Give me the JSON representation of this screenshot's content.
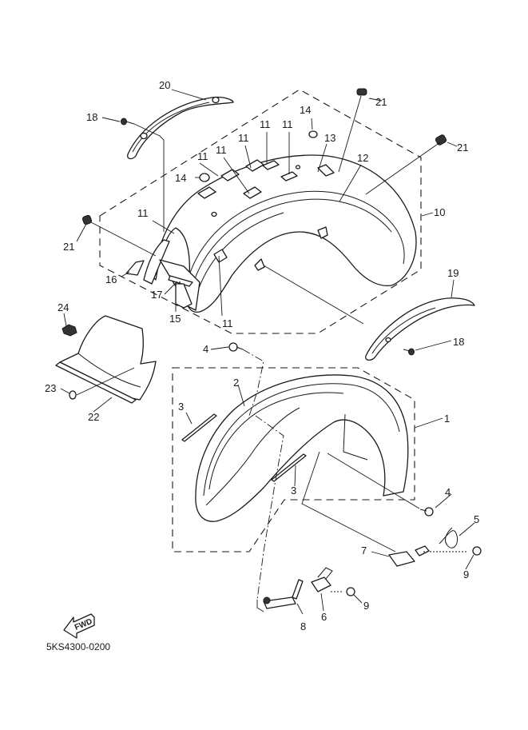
{
  "diagram": {
    "title": "Rear / Front Fender exploded parts diagram",
    "diagram_code": "5KS4300-0200",
    "direction_badge": "FWD",
    "callouts": [
      {
        "id": "c1",
        "label": "1"
      },
      {
        "id": "c2",
        "label": "2"
      },
      {
        "id": "c3a",
        "label": "3"
      },
      {
        "id": "c3b",
        "label": "3"
      },
      {
        "id": "c4a",
        "label": "4"
      },
      {
        "id": "c4b",
        "label": "4"
      },
      {
        "id": "c5",
        "label": "5"
      },
      {
        "id": "c6",
        "label": "6"
      },
      {
        "id": "c7",
        "label": "7"
      },
      {
        "id": "c8",
        "label": "8"
      },
      {
        "id": "c9a",
        "label": "9"
      },
      {
        "id": "c9b",
        "label": "9"
      },
      {
        "id": "c10",
        "label": "10"
      },
      {
        "id": "c11a",
        "label": "11"
      },
      {
        "id": "c11b",
        "label": "11"
      },
      {
        "id": "c11c",
        "label": "11"
      },
      {
        "id": "c11d",
        "label": "11"
      },
      {
        "id": "c11e",
        "label": "11"
      },
      {
        "id": "c11f",
        "label": "11"
      },
      {
        "id": "c11g",
        "label": "11"
      },
      {
        "id": "c11h",
        "label": "11"
      },
      {
        "id": "c12",
        "label": "12"
      },
      {
        "id": "c13",
        "label": "13"
      },
      {
        "id": "c14a",
        "label": "14"
      },
      {
        "id": "c14b",
        "label": "14"
      },
      {
        "id": "c15",
        "label": "15"
      },
      {
        "id": "c16",
        "label": "16"
      },
      {
        "id": "c17",
        "label": "17"
      },
      {
        "id": "c18a",
        "label": "18"
      },
      {
        "id": "c18b",
        "label": "18"
      },
      {
        "id": "c19",
        "label": "19"
      },
      {
        "id": "c20",
        "label": "20"
      },
      {
        "id": "c21a",
        "label": "21"
      },
      {
        "id": "c21b",
        "label": "21"
      },
      {
        "id": "c21c",
        "label": "21"
      },
      {
        "id": "c22",
        "label": "22"
      },
      {
        "id": "c23",
        "label": "23"
      },
      {
        "id": "c24",
        "label": "24"
      }
    ],
    "colors": {
      "ink": "#1a1a1a",
      "paper": "#ffffff"
    }
  }
}
